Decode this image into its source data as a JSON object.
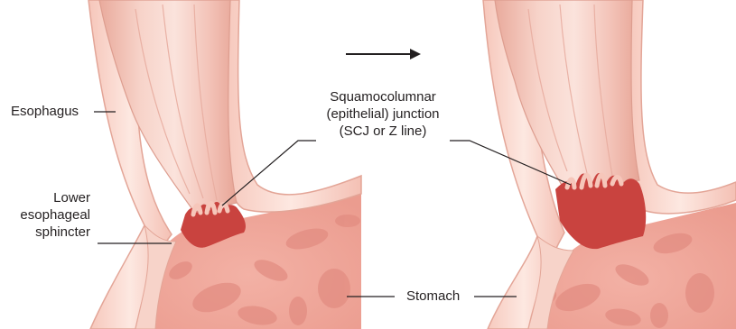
{
  "labels": {
    "esophagus": "Esophagus",
    "sphincter": [
      "Lower",
      "esophageal",
      "sphincter"
    ],
    "junction": [
      "Squamocolumnar",
      "(epithelial) junction",
      "(SCJ or Z line)"
    ],
    "stomach": "Stomach"
  },
  "colors": {
    "esophagus_fill": "#f3c3b8",
    "esophagus_dark": "#e3a597",
    "highlight": "#fbe3dc",
    "stomach_fill": "#f0a69a",
    "stomach_spots": "#e28b80",
    "junction_red": "#c9433f",
    "leader_line": "#231f20"
  },
  "icons": [
    "right-arrow-icon"
  ]
}
